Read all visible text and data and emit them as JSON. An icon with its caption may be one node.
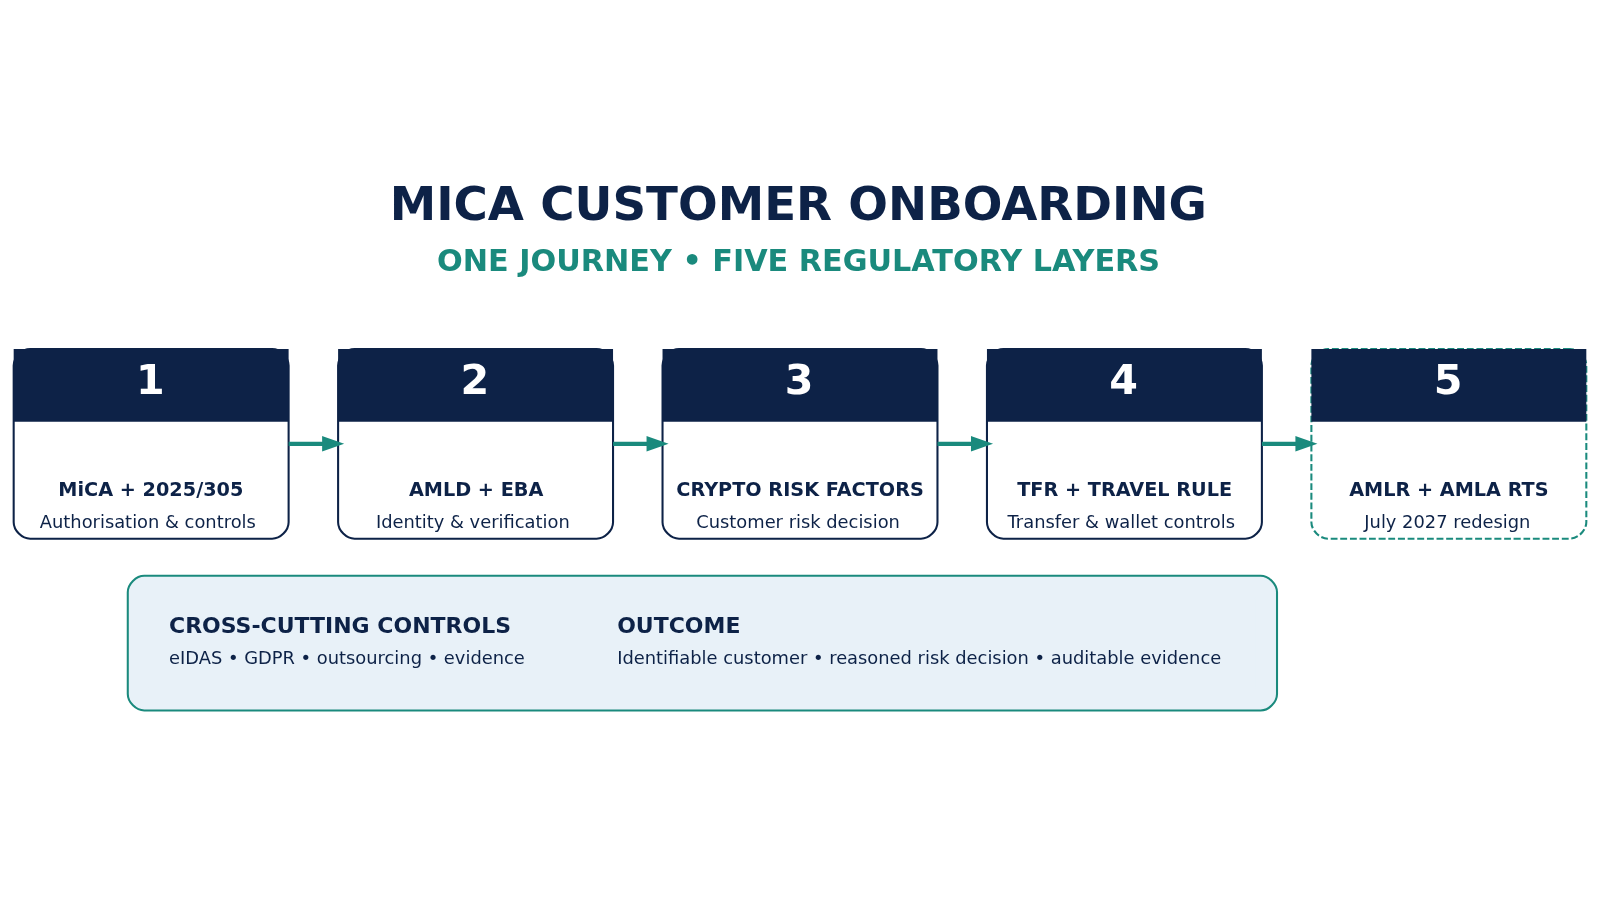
{
  "diagram": {
    "title": "MICA CUSTOMER ONBOARDING",
    "nodes": [
      {
        "text": [
          "1",
          "MiCA + 2025/305",
          "Authorisation & controls"
        ]
      },
      {
        "text": [
          "2",
          "AMLD + EBA",
          "Identity & verification"
        ]
      },
      {
        "text": [
          "3",
          "CRYPTO RISK FACTORS",
          "Customer risk decision"
        ]
      },
      {
        "text": [
          "4",
          "TFR + TRAVEL RULE",
          "Transfer & wallet controls"
        ]
      },
      {
        "text": [
          "5",
          "AMLR + AMLA RTS",
          "July 2027 redesign"
        ]
      },
      {
        "text": [],
        "shape": "box"
      },
      {
        "text": [
          "CROSS-CUTTING CONTROLS",
          "eIDAS • GDPR • outsourcing • evidence"
        ],
        "in": 5
      },
      {
        "text": [
          "OUTCOME",
          "Identifiable customer • reasoned risk decision • auditable evidence"
        ],
        "in": 5
      }
    ],
    "edges": [
      {
        "from": 0,
        "to": 1,
        "arrow": "to",
        "color": "#1a8a7d"
      },
      {
        "from": 1,
        "to": 2,
        "arrow": "to",
        "color": "#1a8a7d"
      },
      {
        "from": 2,
        "to": 3,
        "arrow": "to",
        "color": "#1a8a7d"
      },
      {
        "from": 3,
        "to": 4,
        "arrow": "to",
        "color": "#1a8a7d"
      }
    ],
    "labels": [
      "ONE JOURNEY • FIVE REGULATORY LAYERS"
    ]
  }
}
